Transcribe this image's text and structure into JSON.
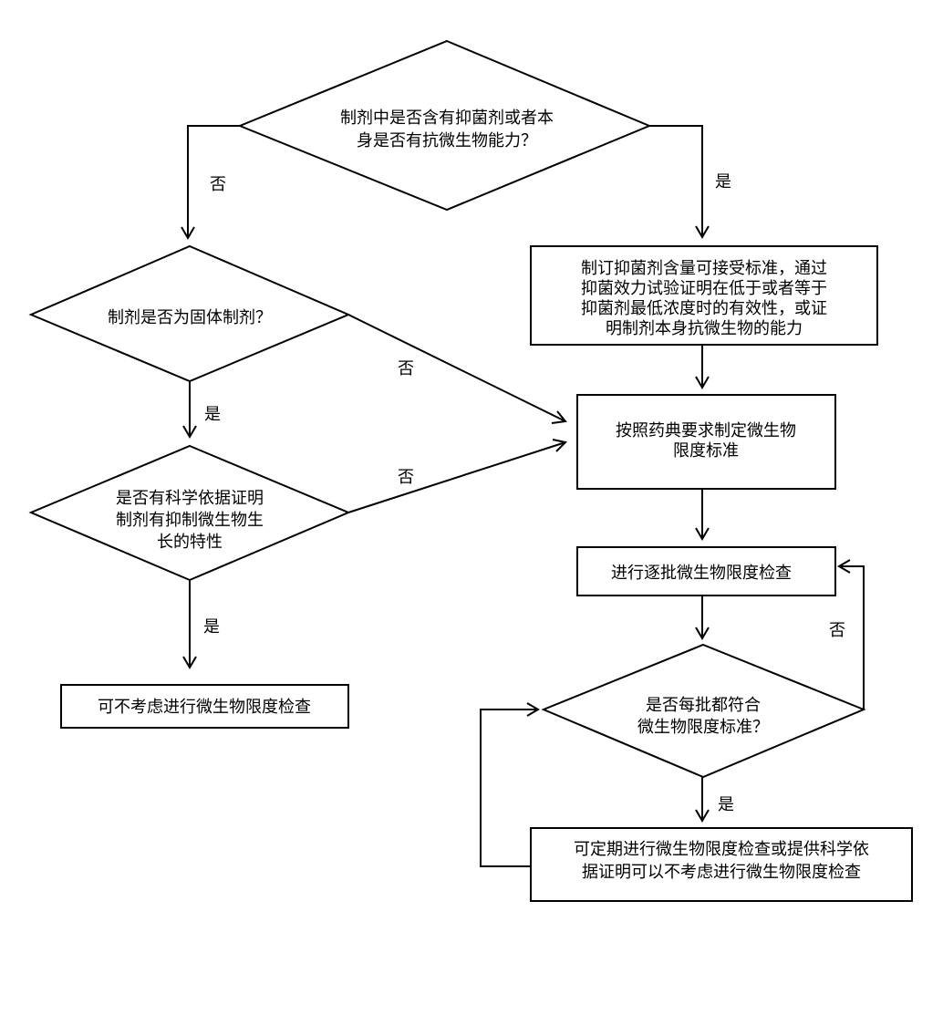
{
  "nodes": {
    "q1": {
      "lines": [
        "制剂中是否含有抑菌剂或者本",
        "身是否有抗微生物能力？"
      ]
    },
    "q2": {
      "lines": [
        "制剂是否为固体制剂？"
      ]
    },
    "q3": {
      "lines": [
        "是否有科学依据证明",
        "制剂有抑制微生物生",
        "长的特性"
      ]
    },
    "r_skip": {
      "lines": [
        "可不考虑进行微生物限度检查"
      ]
    },
    "r_std": {
      "lines": [
        "制订抑菌剂含量可接受标准，通过",
        "抑菌效力试验证明在低于或者等于",
        "抑菌剂最低浓度时的有效性，或证",
        "明制剂本身抗微生物的能力"
      ]
    },
    "r_pharm": {
      "lines": [
        "按照药典要求制定微生物",
        "限度标准"
      ]
    },
    "r_batch": {
      "lines": [
        "进行逐批微生物限度检查"
      ]
    },
    "q4": {
      "lines": [
        "是否每批都符合",
        "微生物限度标准？"
      ]
    },
    "r_periodic": {
      "lines": [
        "可定期进行微生物限度检查或提供科学依",
        "据证明可以不考虑进行微生物限度检查"
      ]
    }
  },
  "edge_labels": {
    "q1_no": "否",
    "q1_yes": "是",
    "q2_no": "否",
    "q2_yes": "是",
    "q3_no": "否",
    "q3_yes": "是",
    "q4_no": "否",
    "q4_yes": "是"
  }
}
